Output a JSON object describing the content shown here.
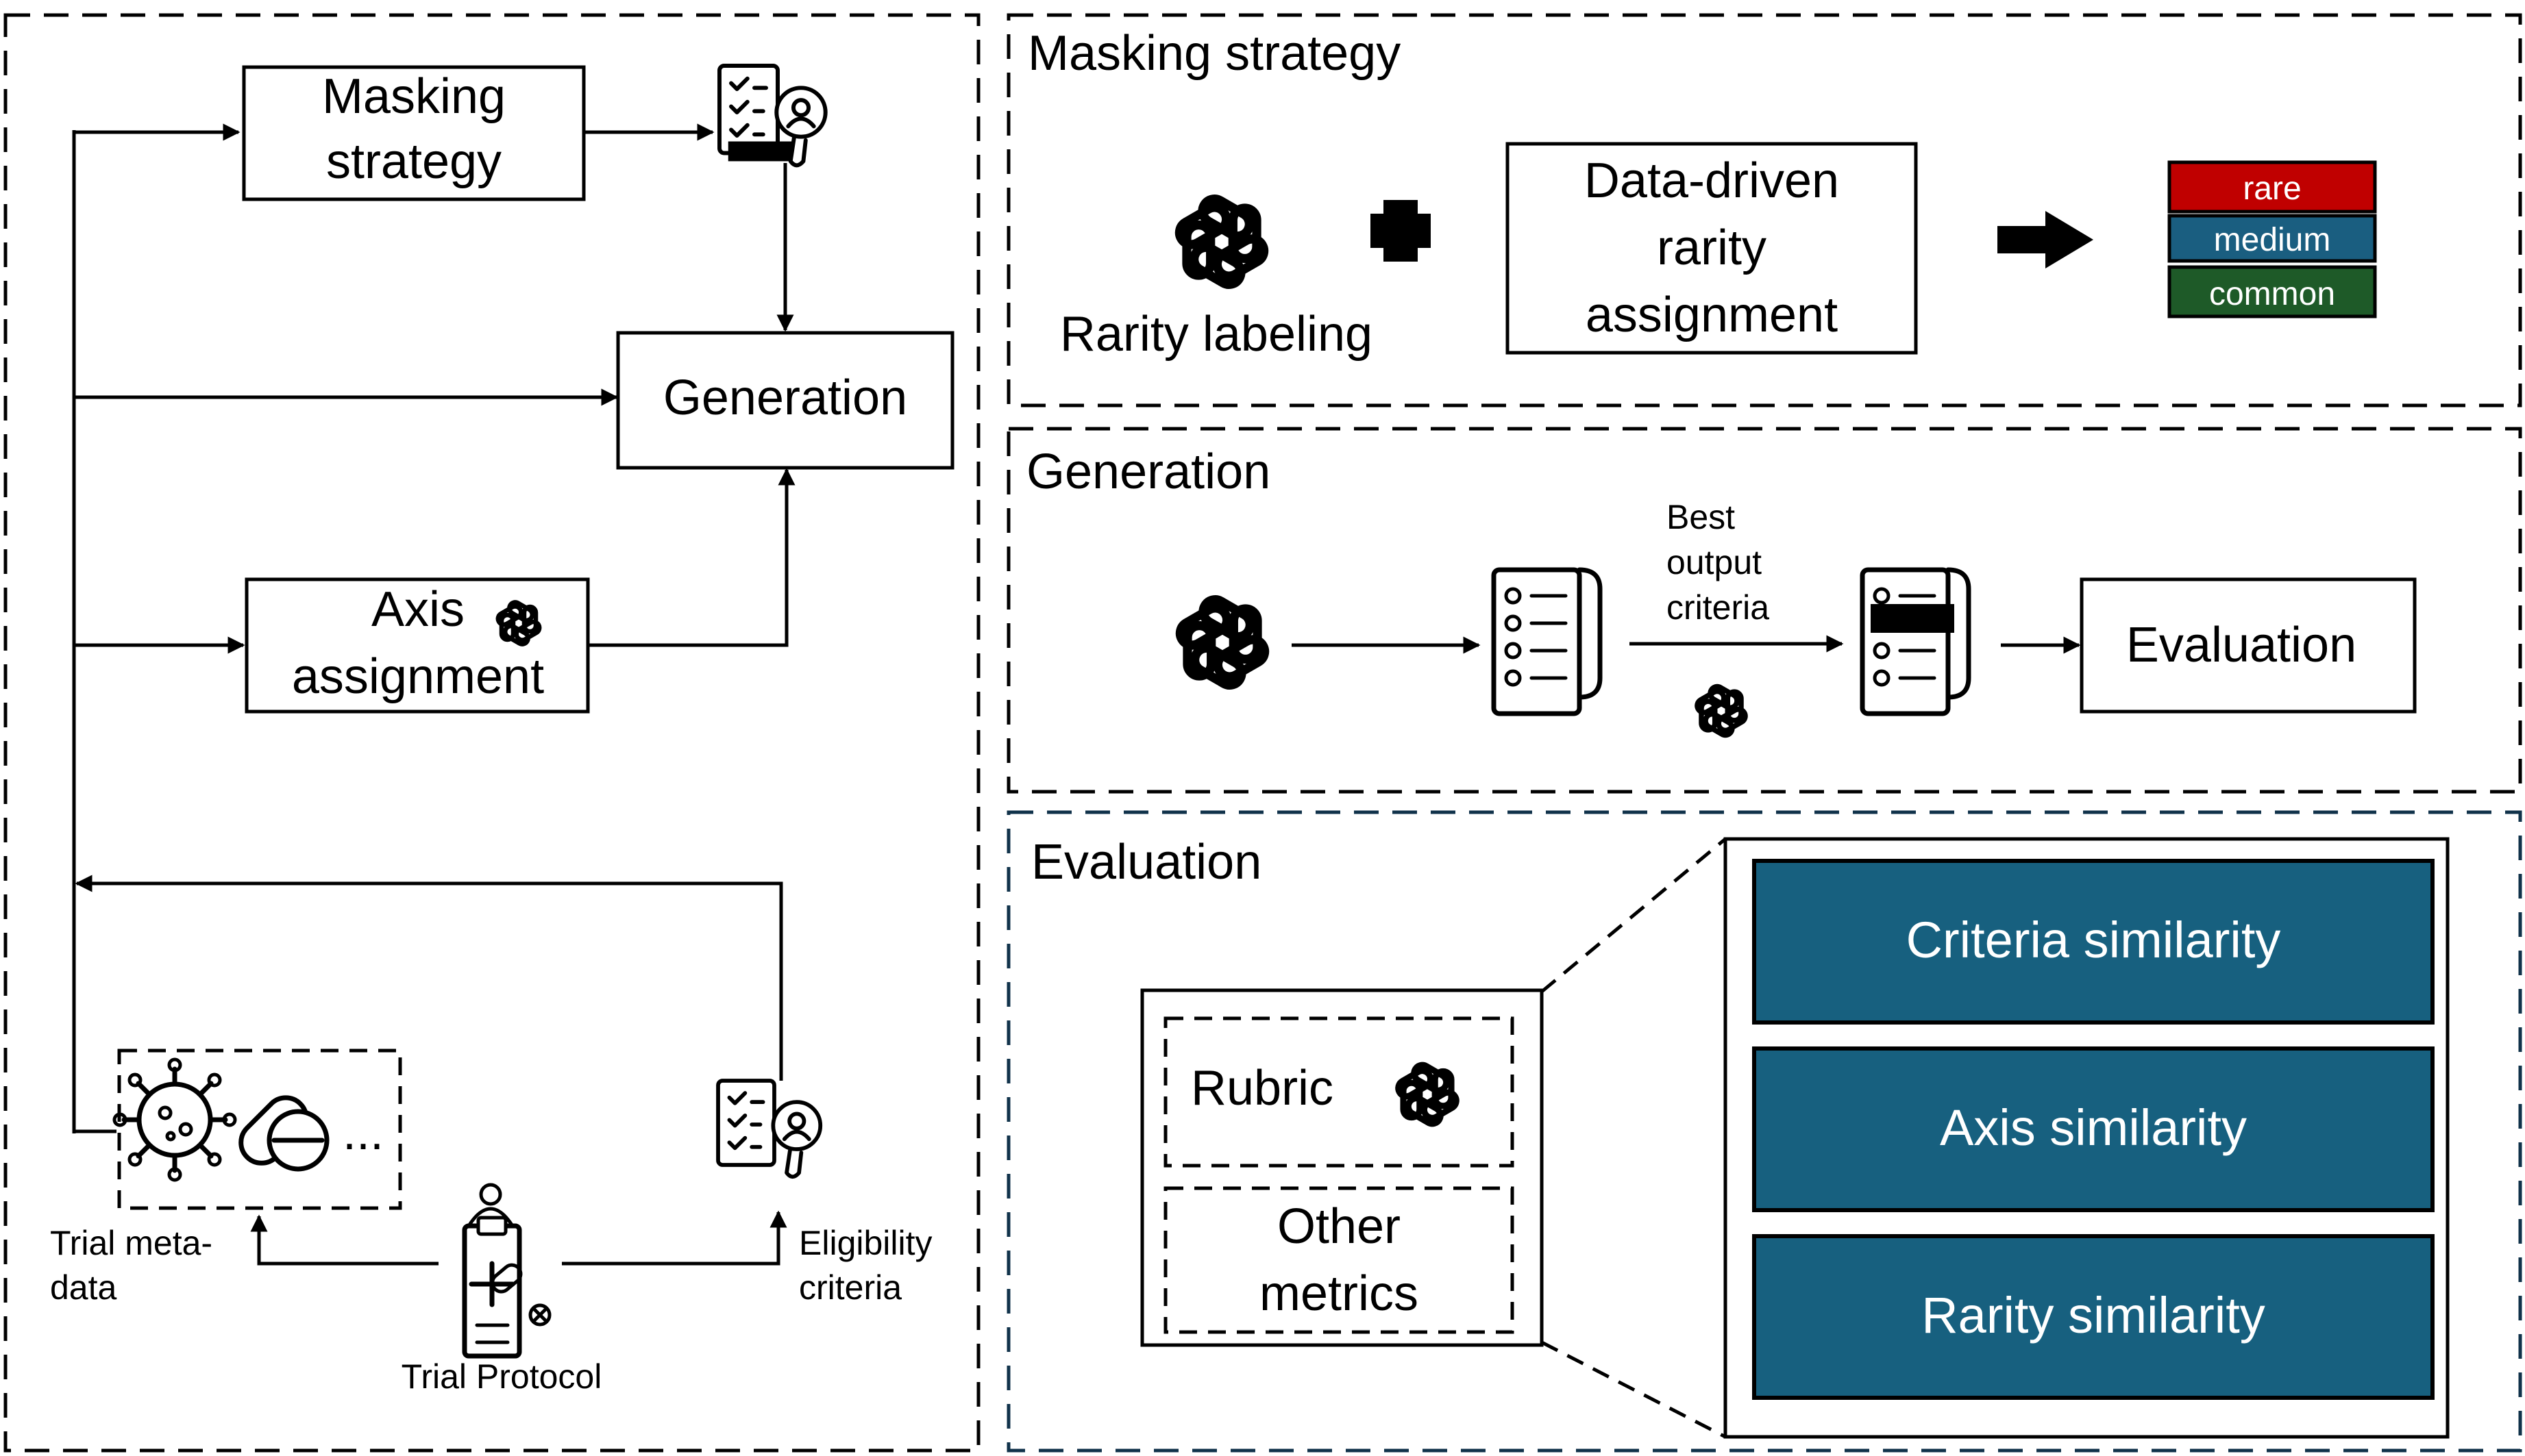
{
  "left_panel": {
    "masking_strategy_line1": "Masking",
    "masking_strategy_line2": "strategy",
    "generation": "Generation",
    "axis_line1": "Axis",
    "axis_line2": "assignment",
    "more": "...",
    "trial_meta_line1": "Trial meta-",
    "trial_meta_line2": "data",
    "trial_protocol": "Trial Protocol",
    "eligibility_line1": "Eligibility",
    "eligibility_line2": "criteria"
  },
  "masking_panel": {
    "title": "Masking strategy",
    "rarity_labeling": "Rarity labeling",
    "data_driven_line1": "Data-driven",
    "data_driven_line2": "rarity",
    "data_driven_line3": "assignment",
    "rarity_levels": [
      {
        "label": "rare",
        "color": "#c00000"
      },
      {
        "label": "medium",
        "color": "#1a5e80"
      },
      {
        "label": "common",
        "color": "#1e5a28"
      }
    ]
  },
  "generation_panel": {
    "title": "Generation",
    "best_line1": "Best",
    "best_line2": "output",
    "best_line3": "criteria",
    "evaluation": "Evaluation"
  },
  "evaluation_panel": {
    "title": "Evaluation",
    "rubric": "Rubric",
    "other_line1": "Other",
    "other_line2": "metrics",
    "similarities": [
      "Criteria similarity",
      "Axis similarity",
      "Rarity similarity"
    ],
    "similarity_color": "#17607f"
  }
}
